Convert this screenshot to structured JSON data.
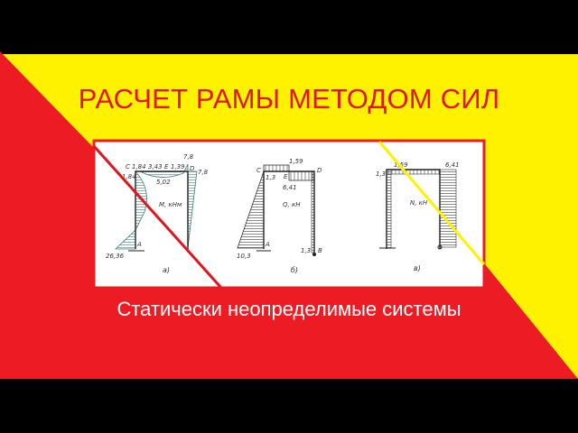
{
  "title": "РАСЧЕТ РАМЫ МЕТОДОМ СИЛ",
  "subtitle": "Статически неопределимые системы",
  "colors": {
    "red": "#ed1c24",
    "yellow": "#fff200",
    "black": "#000000",
    "white": "#ffffff"
  },
  "diagram_a": {
    "caption": "а)",
    "unit": "M, кНм",
    "labels": [
      "C",
      "1,84",
      "3,43",
      "E",
      "1,39",
      "7,8",
      "D",
      "7,8",
      "1,84",
      "5,02",
      "26,36",
      "A"
    ]
  },
  "diagram_b": {
    "caption": "б)",
    "unit": "Q, кН",
    "labels": [
      "1,59",
      "C",
      "1,3",
      "E",
      "D",
      "6,41",
      "10,3",
      "A",
      "1,3",
      "B"
    ]
  },
  "diagram_c": {
    "caption": "в)",
    "unit": "N, кН",
    "labels": [
      "1,59",
      "1,3",
      "6,41"
    ]
  }
}
